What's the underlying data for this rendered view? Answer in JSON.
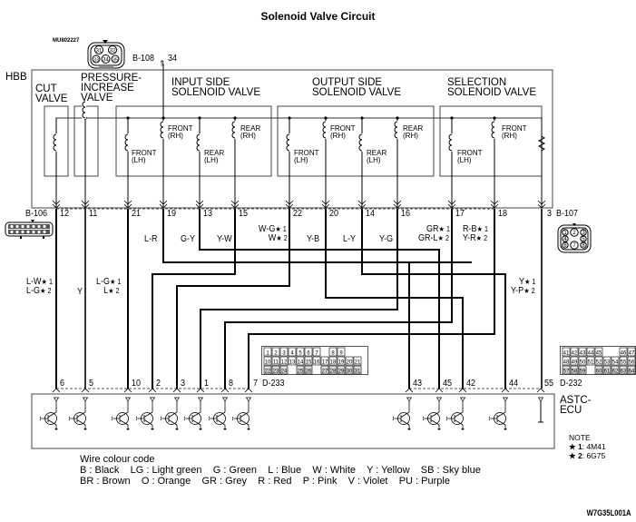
{
  "title": "Solenoid Valve Circuit",
  "hbb_label": "HBB",
  "ecu_label_line1": "ASTC-",
  "ecu_label_line2": "ECU",
  "connectors": {
    "b108": {
      "id": "B-108",
      "part_no": "MU802227",
      "terminal": "34",
      "pins": [
        "31",
        "32",
        "33",
        "34",
        "35"
      ]
    },
    "b106": {
      "id": "B-106"
    },
    "b107": {
      "id": "B-107",
      "terminal": "3",
      "pins": [
        "1",
        "2",
        "3",
        "4",
        "5",
        "6",
        "7",
        "8"
      ]
    },
    "d233": {
      "id": "D-233",
      "rows": [
        [
          "1",
          "2",
          "3",
          "4",
          "5",
          "6",
          "7",
          "8",
          "9"
        ],
        [
          "10",
          "11",
          "12",
          "13",
          "14",
          "15",
          "16",
          "17",
          "18",
          "19",
          "20",
          "21"
        ],
        [
          "22",
          "23",
          "24",
          "25",
          "26",
          "27",
          "28",
          "29",
          "30",
          "31"
        ]
      ]
    },
    "d232": {
      "id": "D-232",
      "rows": [
        [
          "41",
          "42",
          "43",
          "44",
          "45",
          "46",
          "47"
        ],
        [
          "48",
          "49",
          "50",
          "51",
          "52",
          "53",
          "54",
          "55",
          "56"
        ],
        [
          "57",
          "58",
          "59",
          "60",
          "61",
          "62",
          "63",
          "64"
        ]
      ]
    }
  },
  "valves": {
    "cut": {
      "line1": "CUT",
      "line2": "VALVE"
    },
    "pressure": {
      "line1": "PRESSURE-",
      "line2": "INCREASE",
      "line3": "VALVE"
    },
    "input": {
      "line1": "INPUT SIDE",
      "line2": "SOLENOID VALVE",
      "coils": [
        {
          "l1": "FRONT",
          "l2": "(LH)"
        },
        {
          "l1": "FRONT",
          "l2": "(RH)"
        },
        {
          "l1": "REAR",
          "l2": "(LH)"
        },
        {
          "l1": "REAR",
          "l2": "(RH)"
        }
      ]
    },
    "output": {
      "line1": "OUTPUT SIDE",
      "line2": "SOLENOID VALVE",
      "coils": [
        {
          "l1": "FRONT",
          "l2": "(LH)"
        },
        {
          "l1": "FRONT",
          "l2": "(RH)"
        },
        {
          "l1": "REAR",
          "l2": "(LH)"
        },
        {
          "l1": "REAR",
          "l2": "(RH)"
        }
      ]
    },
    "selection": {
      "line1": "SELECTION",
      "line2": "SOLENOID VALVE",
      "coils": [
        {
          "l1": "FRONT",
          "l2": "(LH)"
        },
        {
          "l1": "FRONT",
          "l2": "(RH)"
        }
      ]
    }
  },
  "hbb_pins": [
    "12",
    "11",
    "21",
    "19",
    "13",
    "15",
    "22",
    "20",
    "14",
    "16",
    "17",
    "18",
    "3"
  ],
  "wires": [
    {
      "from": "12",
      "to": "6",
      "color_line1": "L-W 1",
      "color_line2": "L-G 2",
      "c1": "L-W",
      "c2": "L-G"
    },
    {
      "from": "11",
      "to": "5",
      "c1": "Y"
    },
    {
      "from": "21",
      "to": "10",
      "c1": "L-G",
      "c2": "L"
    },
    {
      "from": "19",
      "to": "43",
      "c1": "L-R"
    },
    {
      "from": "13",
      "to": "45",
      "c1": "G-Y"
    },
    {
      "from": "15",
      "to": "2",
      "c1": "Y-W"
    },
    {
      "from": "22",
      "to": "3",
      "c1": "W-G",
      "c2": "W"
    },
    {
      "from": "20",
      "to": "42",
      "c1": "Y-B"
    },
    {
      "from": "14",
      "to": "44",
      "c1": "L-Y"
    },
    {
      "from": "16",
      "to": "1",
      "c1": "Y-G"
    },
    {
      "from": "17",
      "to": "8",
      "c1": "GR",
      "c2": "GR-L"
    },
    {
      "from": "18",
      "to": "7",
      "c1": "R-B",
      "c2": "Y-R"
    },
    {
      "from": "3",
      "to": "55",
      "c1": "Y",
      "c2": "Y-P"
    }
  ],
  "wire_labels": {
    "w12": {
      "a": "L-W",
      "b": "L-G"
    },
    "w11": {
      "a": "Y"
    },
    "w21": {
      "a": "L-G",
      "b": "L"
    },
    "w19": {
      "a": "L-R"
    },
    "w13": {
      "a": "G-Y"
    },
    "w15": {
      "a": "Y-W"
    },
    "w22": {
      "a": "W-G",
      "b": "W"
    },
    "w20": {
      "a": "Y-B"
    },
    "w14": {
      "a": "L-Y"
    },
    "w16": {
      "a": "Y-G"
    },
    "w17": {
      "a": "GR",
      "b": "GR-L"
    },
    "w18": {
      "a": "R-B",
      "b": "Y-R"
    },
    "w3": {
      "a": "Y",
      "b": "Y-P"
    }
  },
  "star1": "★ 1",
  "star2": "★ 2",
  "ecu_pins_d233": [
    "6",
    "5",
    "10",
    "2",
    "3",
    "1",
    "8",
    "7"
  ],
  "ecu_pins_d232": [
    "43",
    "45",
    "42",
    "44",
    "55"
  ],
  "legend": {
    "heading": "Wire colour code",
    "line1": "B : Black    LG : Light green    G : Green    L : Blue    W : White    Y : Yellow    SB : Sky blue",
    "line2": "BR : Brown    O : Orange    GR : Grey    R : Red    P : Pink    V : Violet    PU : Purple"
  },
  "note": {
    "heading": "NOTE",
    "n1_key": "★ 1",
    "n1_val": ": 4M41",
    "n2_key": "★ 2",
    "n2_val": ": 6G75"
  },
  "drawing_code": "W7G35L001A"
}
